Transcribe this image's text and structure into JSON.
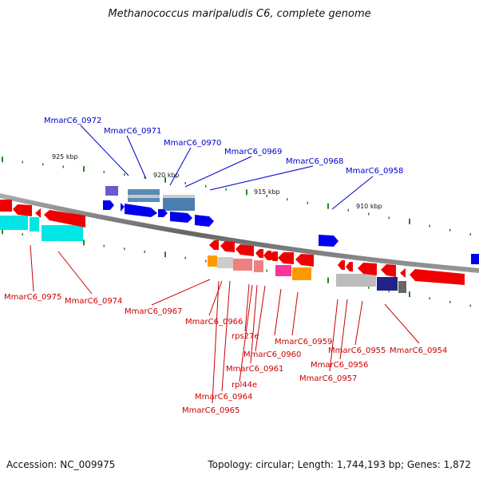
{
  "title": "Methanococcus maripaludis C6, complete genome",
  "accession_label": "Accession: NC_009975",
  "topology_label": "Topology: circular; Length: 1,744,193 bp; Genes: 1,872",
  "colors": {
    "plus_strand_label": "#0000cc",
    "minus_strand_label": "#cc0000",
    "backbone": "#808080",
    "tick": "#228822"
  },
  "scale_labels": [
    "925 kbp",
    "920 kbp",
    "915 kbp",
    "910 kbp"
  ],
  "plus_strand_genes": [
    "MmarC6_0972",
    "MmarC6_0971",
    "MmarC6_0970",
    "MmarC6_0969",
    "MmarC6_0968",
    "MmarC6_0958"
  ],
  "minus_strand_genes": [
    "MmarC6_0975",
    "MmarC6_0974",
    "MmarC6_0967",
    "MmarC6_0966",
    "rps27e",
    "MmarC6_0959",
    "MmarC6_0960",
    "MmarC6_0961",
    "rpl44e",
    "MmarC6_0964",
    "MmarC6_0965",
    "MmarC6_0955",
    "MmarC6_0956",
    "MmarC6_0957",
    "MmarC6_0954"
  ]
}
